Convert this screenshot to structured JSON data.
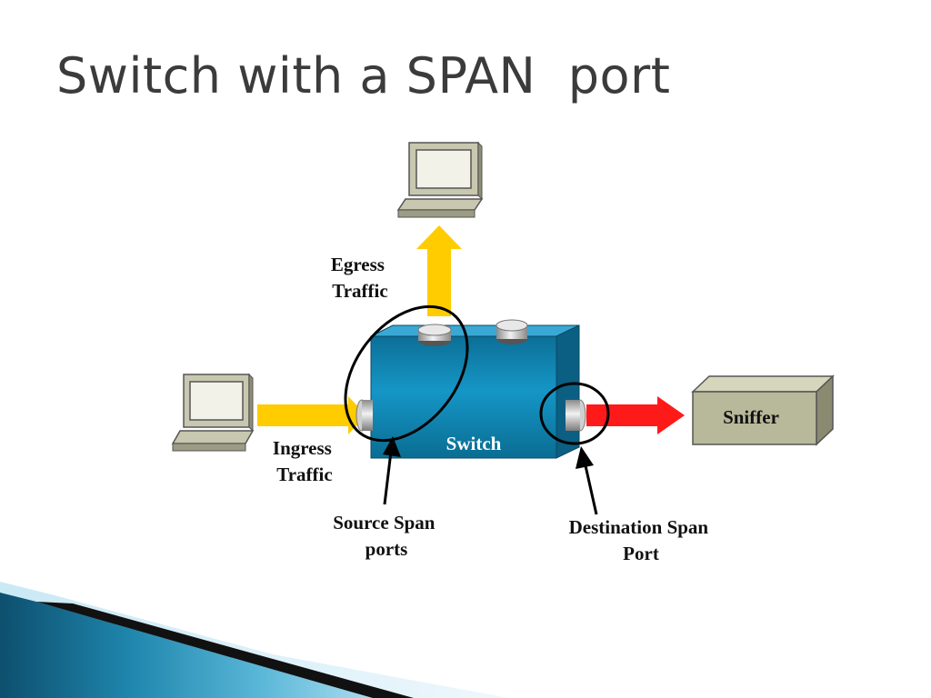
{
  "slide": {
    "title": "Switch with a SPAN  port"
  },
  "diagram": {
    "switch_label": "Switch",
    "sniffer_label": "Sniffer",
    "egress_label": [
      "Egress",
      "Traffic"
    ],
    "ingress_label": [
      "Ingress",
      "Traffic"
    ],
    "source_span_label": [
      "Source Span",
      "ports"
    ],
    "destination_span_label": [
      "Destination Span",
      "Port"
    ],
    "colors": {
      "egress_arrow": "#ffcc00",
      "ingress_arrow": "#ffcc00",
      "sniffer_arrow": "#ff1a1a",
      "switch_body": "#0a86b4",
      "sniffer_body": "#b8b89a",
      "computer_body": "#c8c8b0"
    },
    "icons": [
      "computer-icon",
      "switch-icon",
      "sniffer-icon",
      "port-icon"
    ]
  }
}
